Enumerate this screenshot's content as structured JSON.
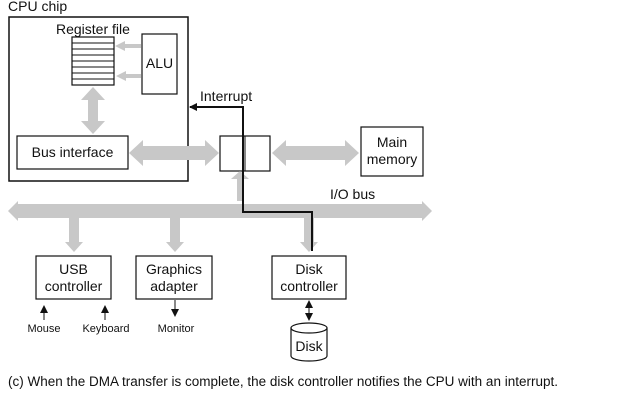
{
  "labels": {
    "cpu_chip": "CPU chip",
    "register_file": "Register file",
    "alu": "ALU",
    "interrupt": "Interrupt",
    "bus_interface": "Bus interface",
    "main_memory_line1": "Main",
    "main_memory_line2": "memory",
    "io_bus": "I/O bus",
    "usb_line1": "USB",
    "usb_line2": "controller",
    "graphics_line1": "Graphics",
    "graphics_line2": "adapter",
    "disk_controller_line1": "Disk",
    "disk_controller_line2": "controller",
    "mouse": "Mouse",
    "keyboard": "Keyboard",
    "monitor": "Monitor",
    "disk": "Disk"
  },
  "caption": "(c) When the DMA transfer is complete, the disk controller notifies the CPU with an interrupt.",
  "colors": {
    "bus_gray": "#c8c8c8",
    "outline": "#111111"
  }
}
